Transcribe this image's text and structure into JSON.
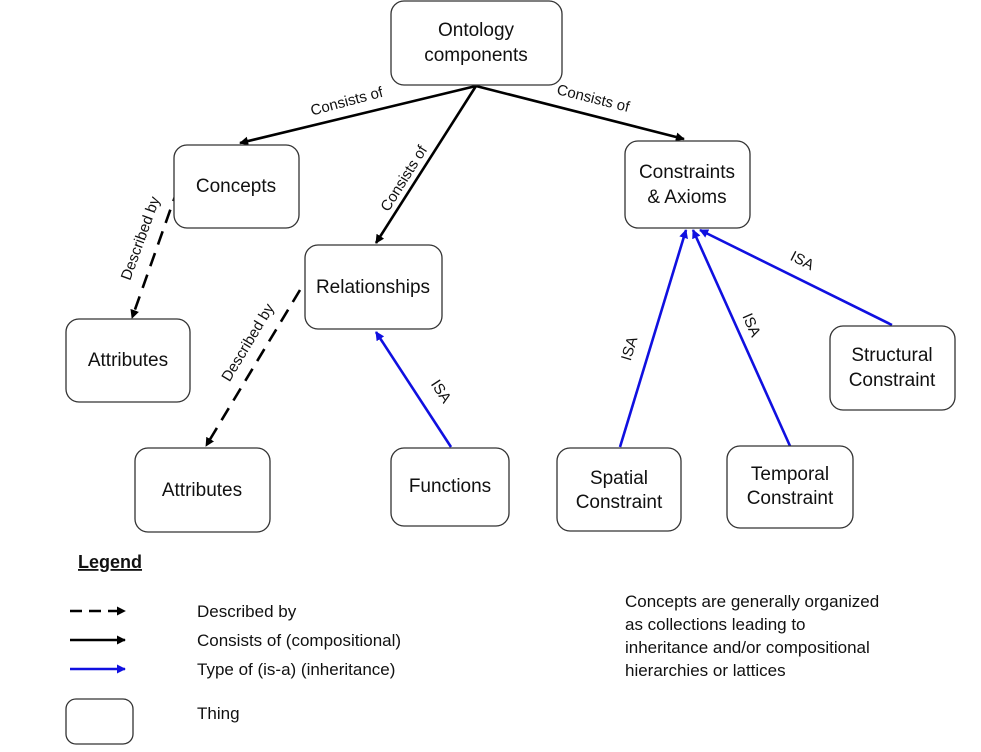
{
  "nodes": {
    "ontology": [
      "Ontology",
      "components"
    ],
    "concepts": [
      "Concepts"
    ],
    "relationships": [
      "Relationships"
    ],
    "constraints": [
      "Constraints",
      "& Axioms"
    ],
    "attributes_left": [
      "Attributes"
    ],
    "attributes_bottom": [
      "Attributes"
    ],
    "functions": [
      "Functions"
    ],
    "spatial": [
      "Spatial",
      "Constraint"
    ],
    "temporal": [
      "Temporal",
      "Constraint"
    ],
    "structural": [
      "Structural",
      "Constraint"
    ]
  },
  "edge_labels": {
    "consists_concepts": "Consists of",
    "consists_relationships": "Consists of",
    "consists_constraints": "Consists of",
    "described_concepts": "Described by",
    "described_relationships": "Described by",
    "isa_functions": "ISA",
    "isa_spatial": "ISA",
    "isa_temporal": "ISA",
    "isa_structural": "ISA"
  },
  "legend": {
    "title": "Legend",
    "described_by": "Described by",
    "consists_of": "Consists of (compositional)",
    "type_of": "Type of (is-a)   (inheritance)",
    "thing": "Thing"
  },
  "note": [
    "Concepts are generally organized",
    "as collections leading to",
    "inheritance and/or compositional",
    "hierarchies or lattices"
  ],
  "colors": {
    "compositional": "#000000",
    "inheritance": "#1010e0"
  }
}
